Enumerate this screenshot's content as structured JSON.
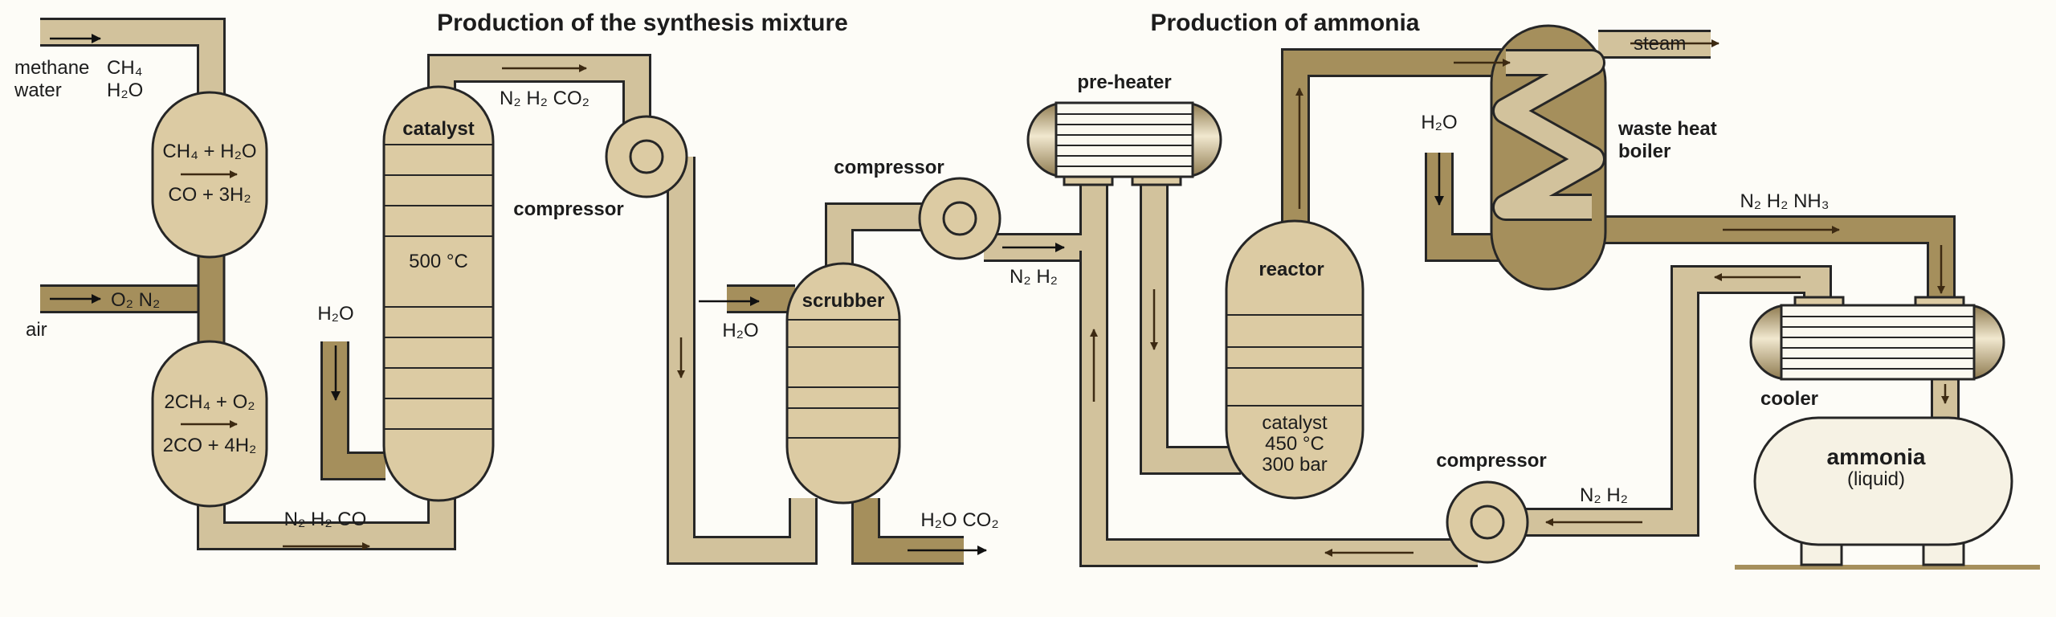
{
  "titles": {
    "synthesis": "Production of the synthesis mixture",
    "ammonia": "Production of ammonia"
  },
  "inputs": {
    "methane": "methane",
    "water": "water",
    "ch4": "CH₄",
    "h2o": "H₂O",
    "air": "air",
    "o2_n2": "O₂  N₂"
  },
  "reformer_top": {
    "line1": "CH₄ + H₂O",
    "line2": "CO + 3H₂"
  },
  "reformer_bottom": {
    "line1": "2CH₄ + O₂",
    "line2": "2CO + 4H₂"
  },
  "streams": {
    "n2_h2_co": "N₂  H₂  CO",
    "n2_h2_co2": "N₂  H₂  CO₂",
    "n2_h2_after_compressor": "N₂  H₂",
    "h2o_co2_out": "H₂O  CO₂",
    "steam": "steam",
    "n2_h2_nh3": "N₂  H₂  NH₃",
    "n2_h2_return": "N₂  H₂"
  },
  "converter": {
    "label": "catalyst",
    "temp": "500 °C",
    "water_in": "H₂O"
  },
  "compressor_1": "compressor",
  "compressor_2": "compressor",
  "compressor_3": "compressor",
  "scrubber": {
    "label": "scrubber",
    "water_in": "H₂O"
  },
  "preheater": "pre-heater",
  "reactor": {
    "label": "reactor",
    "catalyst": "catalyst",
    "temp": "450 °C",
    "pressure": "300 bar"
  },
  "boiler": {
    "line1": "waste heat",
    "line2": "boiler",
    "water_in": "H₂O"
  },
  "cooler": "cooler",
  "tank": {
    "label": "ammonia",
    "sub": "(liquid)"
  },
  "colors": {
    "pipe_light": "#d2c29c",
    "pipe_dark": "#a58f5c",
    "vessel": "#dccba3",
    "outline": "#262626",
    "arrow": "#3d2a12",
    "tank": "#f6f2e4"
  }
}
